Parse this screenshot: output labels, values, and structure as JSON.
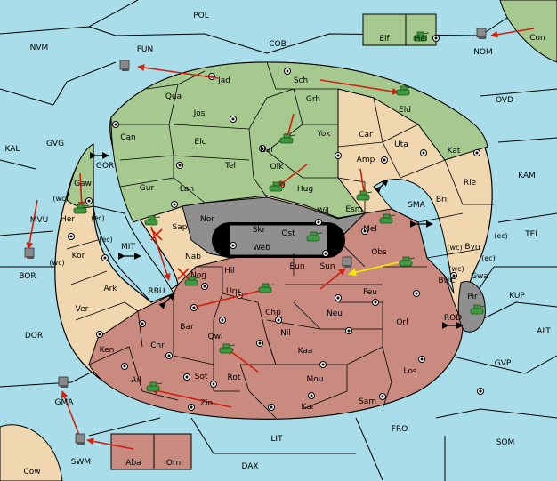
{
  "colors": {
    "sea": "#a9dde9",
    "neutral_land": "#f1d7af",
    "green": "#a6c98f",
    "red": "#c98b80",
    "grey": "#8f8f8f",
    "border": "#000000",
    "arrow": "#d0200e",
    "support_arrow": "#f3e600",
    "unit_green": "#3e9a3e",
    "unit_grey": "#8a8a8a"
  },
  "sea_areas": [
    {
      "name": "POL"
    },
    {
      "name": "NVM"
    },
    {
      "name": "FUN"
    },
    {
      "name": "COB"
    },
    {
      "name": "OVD"
    },
    {
      "name": "KAL"
    },
    {
      "name": "GVG"
    },
    {
      "name": "GOR"
    },
    {
      "name": "KAM"
    },
    {
      "name": "SMA"
    },
    {
      "name": "MVU"
    },
    {
      "name": "MIT"
    },
    {
      "name": "TEI"
    },
    {
      "name": "BOR"
    },
    {
      "name": "RBU"
    },
    {
      "name": "BUC"
    },
    {
      "name": "KUP"
    },
    {
      "name": "ROD"
    },
    {
      "name": "DOR"
    },
    {
      "name": "ALT"
    },
    {
      "name": "GVP"
    },
    {
      "name": "FRO"
    },
    {
      "name": "SOM"
    },
    {
      "name": "LIT"
    },
    {
      "name": "GMA"
    },
    {
      "name": "SWM"
    },
    {
      "name": "DAX"
    },
    {
      "name": "NOM"
    }
  ],
  "land_provinces": [
    {
      "name": "Elf"
    },
    {
      "name": "Hel"
    },
    {
      "name": "Con"
    },
    {
      "name": "Jad"
    },
    {
      "name": "Sch"
    },
    {
      "name": "Qua"
    },
    {
      "name": "Grh"
    },
    {
      "name": "Eld"
    },
    {
      "name": "Jos"
    },
    {
      "name": "Can"
    },
    {
      "name": "Nar"
    },
    {
      "name": "Yok"
    },
    {
      "name": "Car"
    },
    {
      "name": "Elc"
    },
    {
      "name": "Uta"
    },
    {
      "name": "Kat"
    },
    {
      "name": "Tel"
    },
    {
      "name": "Olk"
    },
    {
      "name": "Amp"
    },
    {
      "name": "Gaw"
    },
    {
      "name": "Gur"
    },
    {
      "name": "Lan"
    },
    {
      "name": "Hug"
    },
    {
      "name": "Rie"
    },
    {
      "name": "Bri"
    },
    {
      "name": "Her"
    },
    {
      "name": "Esm"
    },
    {
      "name": "Wil"
    },
    {
      "name": "Nor"
    },
    {
      "name": "Skr"
    },
    {
      "name": "Sap"
    },
    {
      "name": "Ost"
    },
    {
      "name": "Mel"
    },
    {
      "name": "Web"
    },
    {
      "name": "Kor"
    },
    {
      "name": "Byn"
    },
    {
      "name": "Obs"
    },
    {
      "name": "Nab"
    },
    {
      "name": "Eun"
    },
    {
      "name": "Sun"
    },
    {
      "name": "Hil"
    },
    {
      "name": "Gwa"
    },
    {
      "name": "Nog"
    },
    {
      "name": "Ark"
    },
    {
      "name": "Uru"
    },
    {
      "name": "Feu"
    },
    {
      "name": "Pir"
    },
    {
      "name": "Ver"
    },
    {
      "name": "Chp"
    },
    {
      "name": "Neu"
    },
    {
      "name": "Bar"
    },
    {
      "name": "Orl"
    },
    {
      "name": "Nil"
    },
    {
      "name": "Qwi"
    },
    {
      "name": "Ken"
    },
    {
      "name": "Chr"
    },
    {
      "name": "Kaa"
    },
    {
      "name": "Sot"
    },
    {
      "name": "Rot"
    },
    {
      "name": "Los"
    },
    {
      "name": "Ail"
    },
    {
      "name": "Mou"
    },
    {
      "name": "Sam"
    },
    {
      "name": "Zin"
    },
    {
      "name": "Kar"
    },
    {
      "name": "Aba"
    },
    {
      "name": "Orn"
    },
    {
      "name": "Cow"
    }
  ],
  "coast_markers": [
    {
      "text": "(wc)"
    },
    {
      "text": "(ec)"
    },
    {
      "text": "(ec)"
    },
    {
      "text": "(wc)"
    },
    {
      "text": "(wc)"
    },
    {
      "text": "(ec)"
    },
    {
      "text": "(wc)"
    },
    {
      "text": "(ec)"
    }
  ]
}
